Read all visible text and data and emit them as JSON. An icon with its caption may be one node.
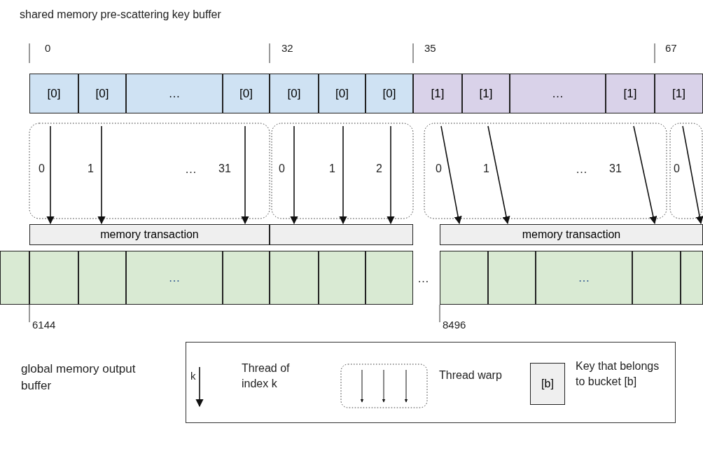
{
  "diagram": {
    "nodes": [
      {
        "text": [
          "[0]"
        ]
      },
      {
        "text": [
          "[0]"
        ]
      },
      {
        "text": [
          "…"
        ]
      },
      {
        "text": [
          "[0]"
        ]
      },
      {
        "text": [
          "[0]"
        ]
      },
      {
        "text": [
          "[0]"
        ]
      },
      {
        "text": [
          "[0]"
        ]
      },
      {
        "text": [
          "[1]"
        ]
      },
      {
        "text": [
          "[1]"
        ]
      },
      {
        "text": [
          "…"
        ]
      },
      {
        "text": [
          "[1]"
        ]
      },
      {
        "text": [
          "[1]"
        ]
      },
      {
        "text": [],
        "shape": "box"
      },
      {
        "text": [],
        "shape": "box"
      },
      {
        "text": [],
        "shape": "box"
      },
      {
        "text": [],
        "shape": "box"
      },
      {
        "text": [
          "memory transaction"
        ]
      },
      {
        "text": [],
        "shape": "box"
      },
      {
        "text": [
          "memory transaction"
        ]
      },
      {
        "text": [],
        "shape": "box"
      },
      {
        "text": [],
        "shape": "box"
      },
      {
        "text": [],
        "shape": "box"
      },
      {
        "text": [
          "…"
        ]
      },
      {
        "text": [],
        "shape": "box"
      },
      {
        "text": [],
        "shape": "box"
      },
      {
        "text": [],
        "shape": "box"
      },
      {
        "text": [],
        "shape": "box"
      },
      {
        "text": [],
        "shape": "box"
      },
      {
        "text": [],
        "shape": "box"
      },
      {
        "text": [
          "…"
        ]
      },
      {
        "text": [],
        "shape": "box"
      },
      {
        "text": [],
        "shape": "box"
      }
    ],
    "edges": [
      {
        "from": 12,
        "to": 16,
        "arrow": "to",
        "label": "0"
      },
      {
        "from": 12,
        "to": 16,
        "arrow": "to",
        "label": "1"
      },
      {
        "from": 12,
        "to": 16,
        "arrow": "to",
        "label": "31"
      },
      {
        "from": 13,
        "to": 17,
        "arrow": "to",
        "label": "0"
      },
      {
        "from": 13,
        "to": 17,
        "arrow": "to",
        "label": "1"
      },
      {
        "from": 13,
        "to": 17,
        "arrow": "to",
        "label": "2"
      },
      {
        "from": 14,
        "to": 18,
        "arrow": "to",
        "label": "0"
      },
      {
        "from": 14,
        "to": 18,
        "arrow": "to",
        "label": "1"
      },
      {
        "from": 14,
        "to": 18,
        "arrow": "to",
        "label": "31"
      },
      {
        "from": 15,
        "to": 18,
        "arrow": "to",
        "label": "0"
      }
    ],
    "labels": [
      "shared memory pre-scattering key buffer",
      "0",
      "32",
      "35",
      "67",
      "…",
      "…",
      "…",
      "6144",
      "8496",
      "global memory output buffer",
      "k",
      "[b]"
    ],
    "legend": [
      {
        "text": "Thread of index k"
      },
      {
        "text": "Thread warp"
      },
      {
        "text": "Key that belongs to bucket [b]"
      }
    ]
  }
}
